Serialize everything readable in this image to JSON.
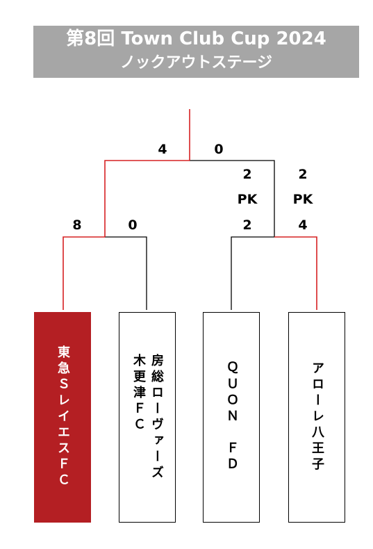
{
  "title": {
    "line1": "第8回 Town Club Cup 2024",
    "line2": "ノックアウトステージ"
  },
  "colors": {
    "winner": "#b41f23",
    "line": "#000000",
    "title_bg": "#a6a6a6"
  },
  "final": {
    "left_score": "4",
    "right_score": "0"
  },
  "semifinal_left": {
    "left_score": "8",
    "right_score": "0"
  },
  "semifinal_right": {
    "left_score": "2",
    "left_pk_label": "PK",
    "left_pk_score": "2",
    "right_score": "2",
    "right_pk_label": "PK",
    "right_pk_score": "4"
  },
  "teams": [
    {
      "name": "東急ＳレイエスＦＣ",
      "winner": true
    },
    {
      "name": "房総ローヴァーズ\n木更津ＦＣ",
      "winner": false
    },
    {
      "name": "ＱＵＯＮ　ＦＤ",
      "winner": false
    },
    {
      "name": "アローレ八王子",
      "winner": false
    }
  ]
}
